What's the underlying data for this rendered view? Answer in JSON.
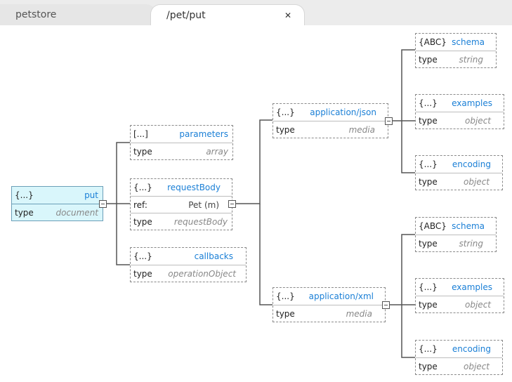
{
  "tabs": [
    {
      "label": "petstore",
      "active": false
    },
    {
      "label": "/pet/put",
      "active": true,
      "close_glyph": "✕"
    }
  ],
  "nodes": {
    "put": {
      "badge": "{...}",
      "title": "put",
      "type_key": "type",
      "type_value": "document"
    },
    "parameters": {
      "badge": "[...]",
      "title": "parameters",
      "type_key": "type",
      "type_value": "array"
    },
    "requestBody": {
      "badge": "{...}",
      "title": "requestBody",
      "ref_key": "ref:",
      "ref_value": "Pet (m)",
      "type_key": "type",
      "type_value": "requestBody"
    },
    "callbacks": {
      "badge": "{...}",
      "title": "callbacks",
      "type_key": "type",
      "type_value": "operationObject"
    },
    "app_json": {
      "badge": "{...}",
      "title": "application/json",
      "type_key": "type",
      "type_value": "media"
    },
    "app_xml": {
      "badge": "{...}",
      "title": "application/xml",
      "type_key": "type",
      "type_value": "media"
    },
    "json_schema": {
      "badge": "{ABC}",
      "title": "schema",
      "type_key": "type",
      "type_value": "string"
    },
    "json_examples": {
      "badge": "{...}",
      "title": "examples",
      "type_key": "type",
      "type_value": "object"
    },
    "json_encoding": {
      "badge": "{...}",
      "title": "encoding",
      "type_key": "type",
      "type_value": "object"
    },
    "xml_schema": {
      "badge": "{ABC}",
      "title": "schema",
      "type_key": "type",
      "type_value": "string"
    },
    "xml_examples": {
      "badge": "{...}",
      "title": "examples",
      "type_key": "type",
      "type_value": "object"
    },
    "xml_encoding": {
      "badge": "{...}",
      "title": "encoding",
      "type_key": "type",
      "type_value": "object"
    }
  },
  "colors": {
    "title": "#1a7fd6",
    "root_fill": "#d9f6fb",
    "root_border": "#6b9fb8",
    "dashed_border": "#8a8a8a"
  }
}
